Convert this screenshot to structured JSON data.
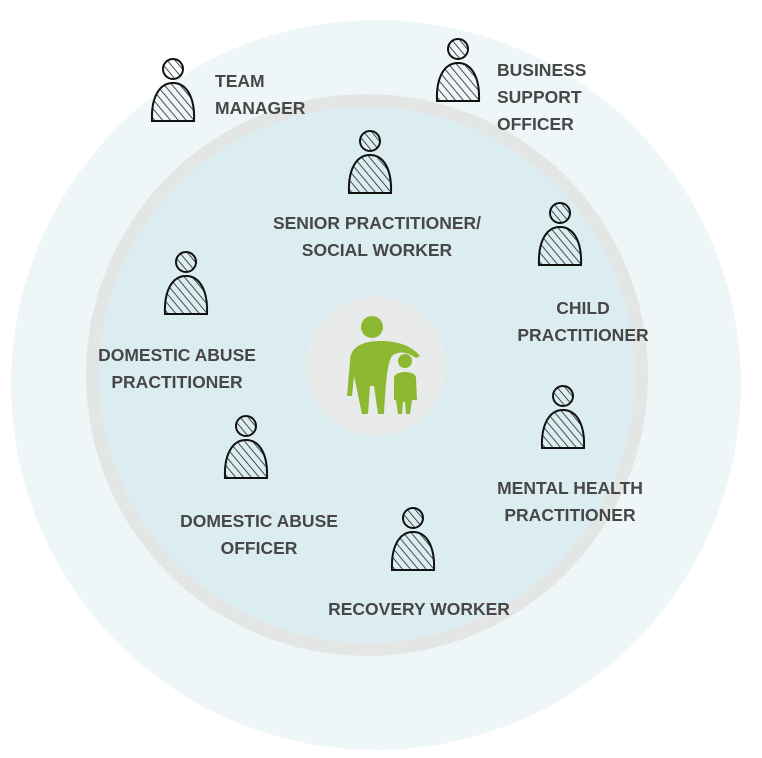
{
  "roles": [
    {
      "lines": [
        "TEAM",
        "MANAGER"
      ]
    },
    {
      "lines": [
        "BUSINESS",
        "SUPPORT",
        "OFFICER"
      ]
    },
    {
      "lines": [
        "SENIOR PRACTITIONER/",
        "SOCIAL WORKER"
      ]
    },
    {
      "lines": [
        "CHILD",
        "PRACTITIONER"
      ]
    },
    {
      "lines": [
        "DOMESTIC ABUSE",
        "PRACTITIONER"
      ]
    },
    {
      "lines": [
        "MENTAL HEALTH",
        "PRACTITIONER"
      ]
    },
    {
      "lines": [
        "DOMESTIC ABUSE",
        "OFFICER"
      ]
    },
    {
      "lines": [
        "RECOVERY WORKER"
      ]
    }
  ],
  "colors": {
    "accent": "#8db832",
    "text": "#474747",
    "outer": "#eef6f8",
    "inner": "#dcedf1"
  }
}
